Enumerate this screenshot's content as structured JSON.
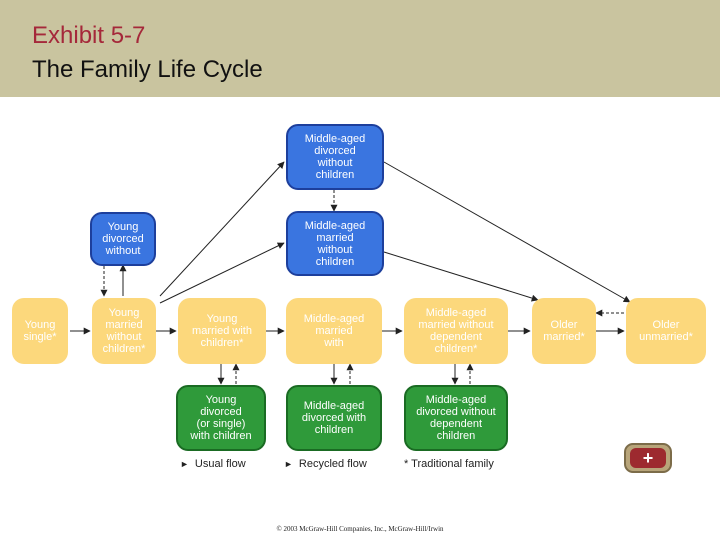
{
  "header": {
    "exhibit": "Exhibit 5-7",
    "title": "The Family Life Cycle"
  },
  "nodes": {
    "young_single": [
      "Young",
      "single*"
    ],
    "young_married_without_children": [
      "Young",
      "married",
      "without",
      "children*"
    ],
    "young_married_with_children": [
      "Young",
      "married with",
      "children*"
    ],
    "middle_aged_married_with": [
      "Middle-aged",
      "married",
      "with"
    ],
    "middle_aged_married_without_dependent": [
      "Middle-aged",
      "married without",
      "dependent",
      "children*"
    ],
    "older_married": [
      "Older",
      "married*"
    ],
    "older_unmarried": [
      "Older",
      "unmarried*"
    ],
    "young_divorced_without": [
      "Young",
      "divorced",
      "without"
    ],
    "middle_aged_divorced_without_children": [
      "Middle-aged",
      "divorced",
      "without",
      "children"
    ],
    "middle_aged_married_without_children": [
      "Middle-aged",
      "married",
      "without",
      "children"
    ],
    "young_divorced_with_children": [
      "Young",
      "divorced",
      "(or single)",
      "with children"
    ],
    "middle_aged_divorced_with_children": [
      "Middle-aged",
      "divorced with",
      "children"
    ],
    "middle_aged_divorced_without_dependent": [
      "Middle-aged",
      "divorced without",
      "dependent",
      "children"
    ]
  },
  "node_colors": {
    "yellow": "#fcd87c",
    "blue": "#3a75e0",
    "green": "#2f9a3a"
  },
  "legend": {
    "usual_flow": "Usual flow",
    "recycled_flow": "Recycled flow",
    "traditional_family": "* Traditional family"
  },
  "plus_button": {
    "label": "+"
  },
  "footer": {
    "copyright": "© 2003 McGraw-Hill Companies, Inc., McGraw-Hill/Irwin"
  },
  "colors": {
    "header_bg": "#c9c49f",
    "exhibit_text": "#a5283a",
    "button_fill": "#9d2a2f"
  }
}
